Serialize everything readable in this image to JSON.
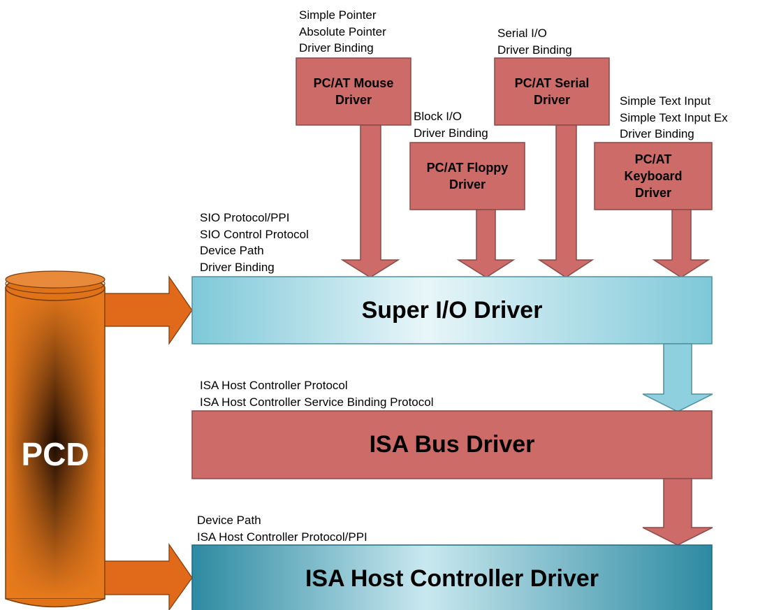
{
  "colors": {
    "driver_fill": "#cc6b68",
    "driver_border": "#8a4a48",
    "super_io_fill": "#8fd0de",
    "host_ctrl_fill": "#2f8fa6",
    "pcd_fill": "#e07318",
    "pcd_arrow": "#e0691a"
  },
  "pcd": {
    "label": "PCD"
  },
  "labels": {
    "mouse": [
      "Simple Pointer",
      "Absolute Pointer",
      "Driver Binding"
    ],
    "floppy": [
      "Block I/O",
      "Driver Binding"
    ],
    "serial": [
      "Serial I/O",
      "Driver Binding"
    ],
    "keyboard": [
      "Simple Text Input",
      "Simple Text Input Ex",
      "Driver Binding"
    ],
    "sio": [
      "SIO Protocol/PPI",
      "SIO Control Protocol",
      "Device Path",
      "Driver Binding"
    ],
    "isa_bus": [
      "ISA Host Controller Protocol",
      "ISA Host Controller Service Binding Protocol"
    ],
    "host_ctrl": [
      "Device Path",
      "ISA Host Controller Protocol/PPI"
    ]
  },
  "drivers": {
    "mouse": [
      "PC/AT Mouse",
      "Driver"
    ],
    "floppy": [
      "PC/AT Floppy",
      "Driver"
    ],
    "serial": [
      "PC/AT Serial",
      "Driver"
    ],
    "keyboard": [
      "PC/AT",
      "Keyboard",
      "Driver"
    ]
  },
  "layers": {
    "super_io": "Super I/O Driver",
    "isa_bus": "ISA Bus Driver",
    "host_ctrl": "ISA Host Controller Driver"
  }
}
